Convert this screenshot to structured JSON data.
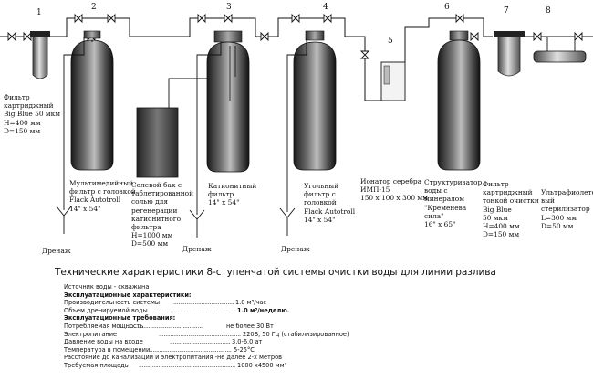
{
  "stage_numbers": [
    "1",
    "2",
    "3",
    "4",
    "5",
    "6",
    "7",
    "8"
  ],
  "labels": {
    "filter1": "Фильтр\nкартриджный\nBig Blue 50 мкм\nH=400 мм\nD=150 мм",
    "filter2": "Мультимедийный\nфильтр с головкой\nFlack Autotroll\n14\" x 54\"",
    "salt_tank": "Солевой бак с\nтаблетированной\nсолью для\nрегенерации\nкатионитного\nфильтра\nH=1000 мм\nD=500 мм",
    "filter3": "Катионитный\nфильтр\n14\" x 54\"",
    "filter4": "Угольный\nфильтр с\nголовкой\nFlack Autotroll\n14\" x 54\"",
    "ionizer": "Ионатор серебра\nИМП-15\n150 x 100 x 300 мм",
    "structurizer": "Структуризатор\nводы с\nминералом\n\"Кременева\nсила\"\n16\" x 65\"",
    "filter7": "Фильтр\nкартриджный\nтонкой очистки\nBig Blue\n50 мкм\nH=400 мм\nD=150 мм",
    "uv": "Ультрафиолето\nвый\nстерилизатор\nL=300 мм\nD=50 мм"
  },
  "drain_label": "Дренаж",
  "spec": {
    "title": "Технические характеристики 8-ступенчатой системы очистки воды для линии разлива",
    "rows": [
      {
        "key": "Источник воды - скважина",
        "value": "",
        "heading": false
      },
      {
        "key": "Эксплуатационные характеристики:",
        "value": "",
        "heading": true
      },
      {
        "key": "  Производительность системы",
        "value": "1.0  м³/час",
        "heading": false,
        "dots": "........................................"
      },
      {
        "key": "Объем дренируемой воды",
        "value": "1.0 м³/неделю.",
        "heading": false,
        "dots": "............................................"
      },
      {
        "key": "Эксплуатационные требования:",
        "value": "",
        "heading": true
      },
      {
        "key": "Потребляемая мощность",
        "value": "не более 30 Вт",
        "heading": false,
        "dots": ".................................................."
      },
      {
        "key": "Электропитание",
        "value": "220В, 50 Гц (стабилизированное)",
        "heading": false,
        "dots": "......................................................................"
      },
      {
        "key": "Давление воды на входе",
        "value": "3.0-6,0 ат",
        "heading": false,
        "dots": "................................................................."
      },
      {
        "key": "Температура в помещении",
        "value": "5-25°С",
        "heading": false,
        "dots": "..............................................................."
      },
      {
        "key": "Расстояние до канализации и электропитания -не далее 2-х метров",
        "value": "",
        "heading": false
      },
      {
        "key": "Требуемая площадь",
        "value": "1000 x4500 мм²",
        "heading": false,
        "dots": "......................................................................."
      }
    ]
  }
}
